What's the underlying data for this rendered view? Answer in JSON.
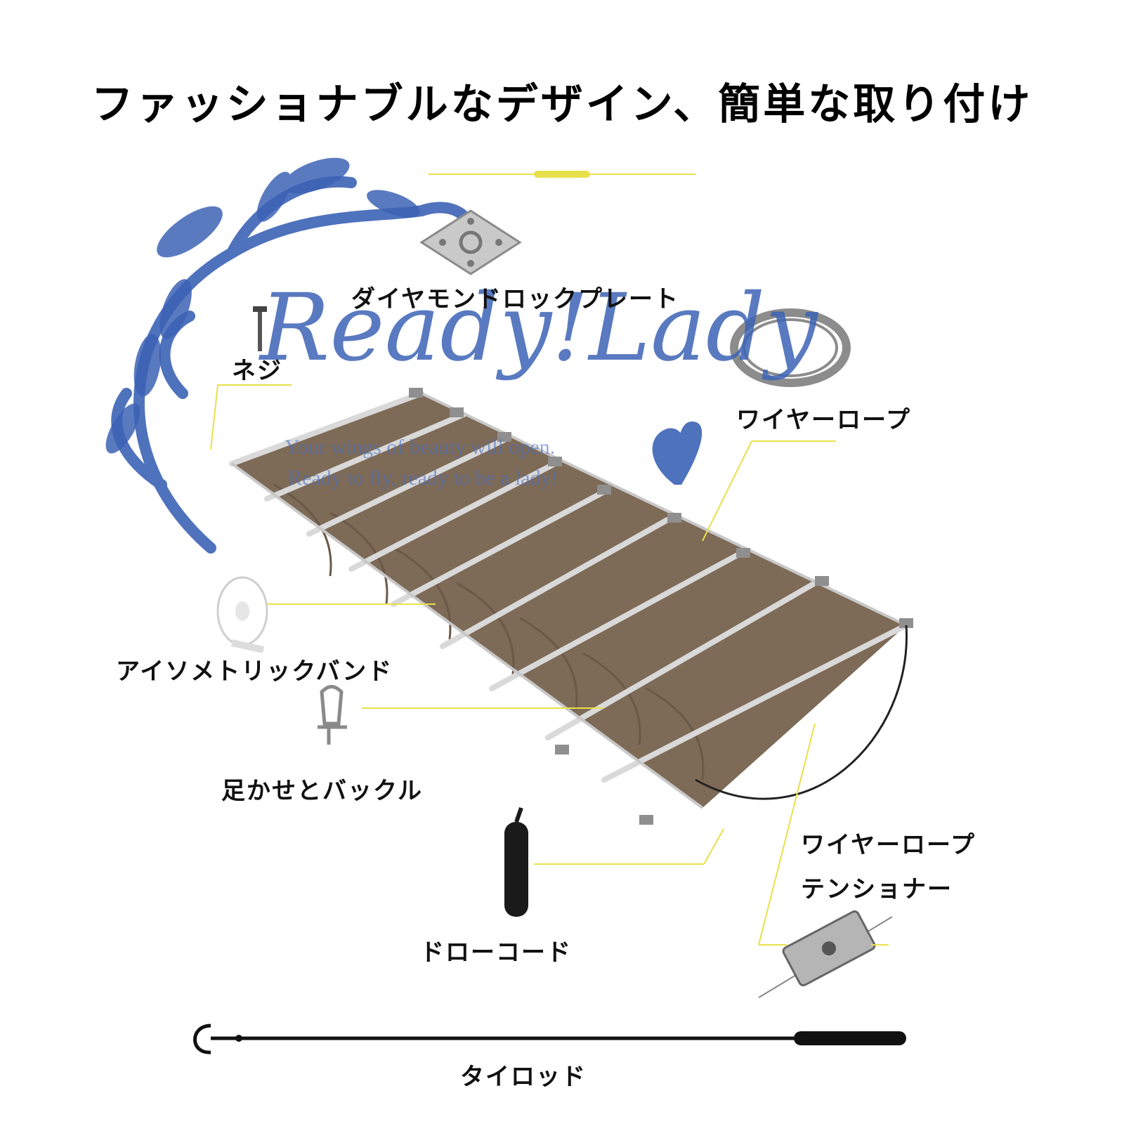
{
  "title": "ファッショナブルなデザイン、簡単な取り付け",
  "watermark": {
    "brand": "Ready!Lady",
    "line1": "Your wings of beauty will open.",
    "line2": "Ready to fly, ready to be a lady!"
  },
  "parts": {
    "diamond_plate": "ダイヤモンドロックプレート",
    "screw": "ネジ",
    "wire_rope": "ワイヤーロープ",
    "isometric_band": "アイソメトリックバンド",
    "shackle_buckle": "足かせとバックル",
    "tensioner_line1": "ワイヤーロープ",
    "tensioner_line2": "テンショナー",
    "draw_cord": "ドローコード",
    "tie_rod": "タイロッド"
  },
  "colors": {
    "accent_yellow": "#e8e04a",
    "watermark_blue": "#3d63b5",
    "shade_brown": "#7d6a57"
  }
}
